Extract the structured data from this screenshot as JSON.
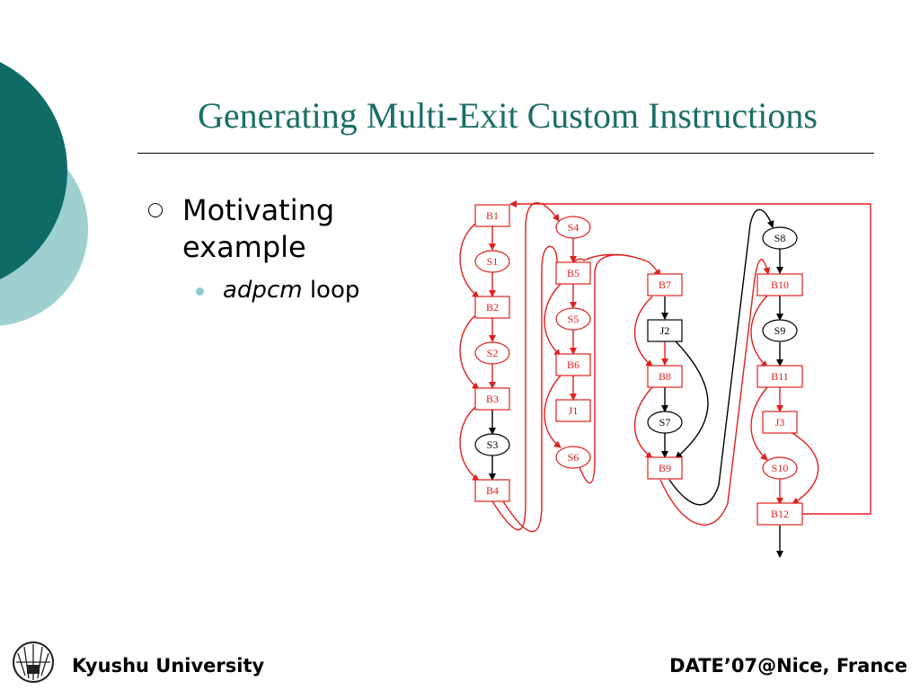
{
  "slide": {
    "title": "Generating Multi-Exit Custom Instructions",
    "bullets": [
      {
        "text": "Motivating example",
        "sub": [
          {
            "italic": "adpcm",
            "rest": " loop"
          }
        ]
      }
    ]
  },
  "diagram": {
    "nodes": [
      {
        "id": "B1",
        "label": "B1",
        "shape": "box",
        "color": "red"
      },
      {
        "id": "S1",
        "label": "S1",
        "shape": "ellipse",
        "color": "red"
      },
      {
        "id": "B2",
        "label": "B2",
        "shape": "box",
        "color": "red"
      },
      {
        "id": "S2",
        "label": "S2",
        "shape": "ellipse",
        "color": "red"
      },
      {
        "id": "B3",
        "label": "B3",
        "shape": "box",
        "color": "red"
      },
      {
        "id": "S3",
        "label": "S3",
        "shape": "ellipse",
        "color": "black"
      },
      {
        "id": "B4",
        "label": "B4",
        "shape": "box",
        "color": "red"
      },
      {
        "id": "S4",
        "label": "S4",
        "shape": "ellipse",
        "color": "red"
      },
      {
        "id": "B5",
        "label": "B5",
        "shape": "box",
        "color": "red"
      },
      {
        "id": "S5",
        "label": "S5",
        "shape": "ellipse",
        "color": "red"
      },
      {
        "id": "B6",
        "label": "B6",
        "shape": "box",
        "color": "red"
      },
      {
        "id": "J1",
        "label": "J1",
        "shape": "box",
        "color": "red"
      },
      {
        "id": "S6",
        "label": "S6",
        "shape": "ellipse",
        "color": "red"
      },
      {
        "id": "B7",
        "label": "B7",
        "shape": "box",
        "color": "red"
      },
      {
        "id": "J2",
        "label": "J2",
        "shape": "box",
        "color": "black"
      },
      {
        "id": "B8",
        "label": "B8",
        "shape": "box",
        "color": "red"
      },
      {
        "id": "S7",
        "label": "S7",
        "shape": "ellipse",
        "color": "black"
      },
      {
        "id": "B9",
        "label": "B9",
        "shape": "box",
        "color": "red"
      },
      {
        "id": "S8",
        "label": "S8",
        "shape": "ellipse",
        "color": "black"
      },
      {
        "id": "B10",
        "label": "B10",
        "shape": "box",
        "color": "red"
      },
      {
        "id": "S9",
        "label": "S9",
        "shape": "ellipse",
        "color": "black"
      },
      {
        "id": "B11",
        "label": "B11",
        "shape": "box",
        "color": "red"
      },
      {
        "id": "J3",
        "label": "J3",
        "shape": "box",
        "color": "red"
      },
      {
        "id": "S10",
        "label": "S10",
        "shape": "ellipse",
        "color": "red"
      },
      {
        "id": "B12",
        "label": "B12",
        "shape": "box",
        "color": "red"
      }
    ],
    "colors": {
      "red": "#e0201c",
      "black": "#000000"
    }
  },
  "footer": {
    "left": "Kyushu University",
    "right": "DATE’07@Nice, France"
  },
  "colors": {
    "title": "#1a6e66",
    "dark_teal": "#0e6b66",
    "light_teal": "#8ecbcb"
  }
}
